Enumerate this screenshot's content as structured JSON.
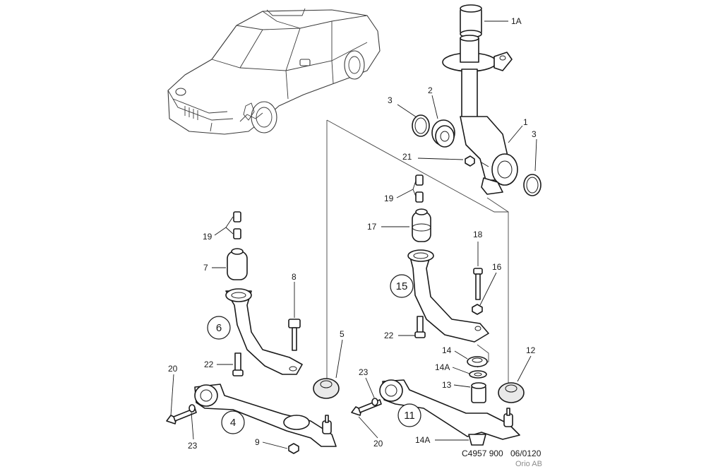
{
  "callouts": {
    "c1A": "1A",
    "c1": "1",
    "c2": "2",
    "c3a": "3",
    "c3b": "3",
    "c21": "21",
    "c19a": "19",
    "c17": "17",
    "c18": "18",
    "c16": "16",
    "c22a": "22",
    "c14": "14",
    "c14Aa": "14A",
    "c13": "13",
    "c12": "12",
    "c23a": "23",
    "c20a": "20",
    "c14Ab": "14A",
    "c19b": "19",
    "c7": "7",
    "c8": "8",
    "c22b": "22",
    "c5": "5",
    "c20b": "20",
    "c23b": "23",
    "c9": "9"
  },
  "groups": {
    "g15": "15",
    "g6": "6",
    "g4": "4",
    "g11": "11"
  },
  "footer": {
    "code": "C4957 900",
    "date": "06/0120",
    "company": "Orio AB"
  }
}
